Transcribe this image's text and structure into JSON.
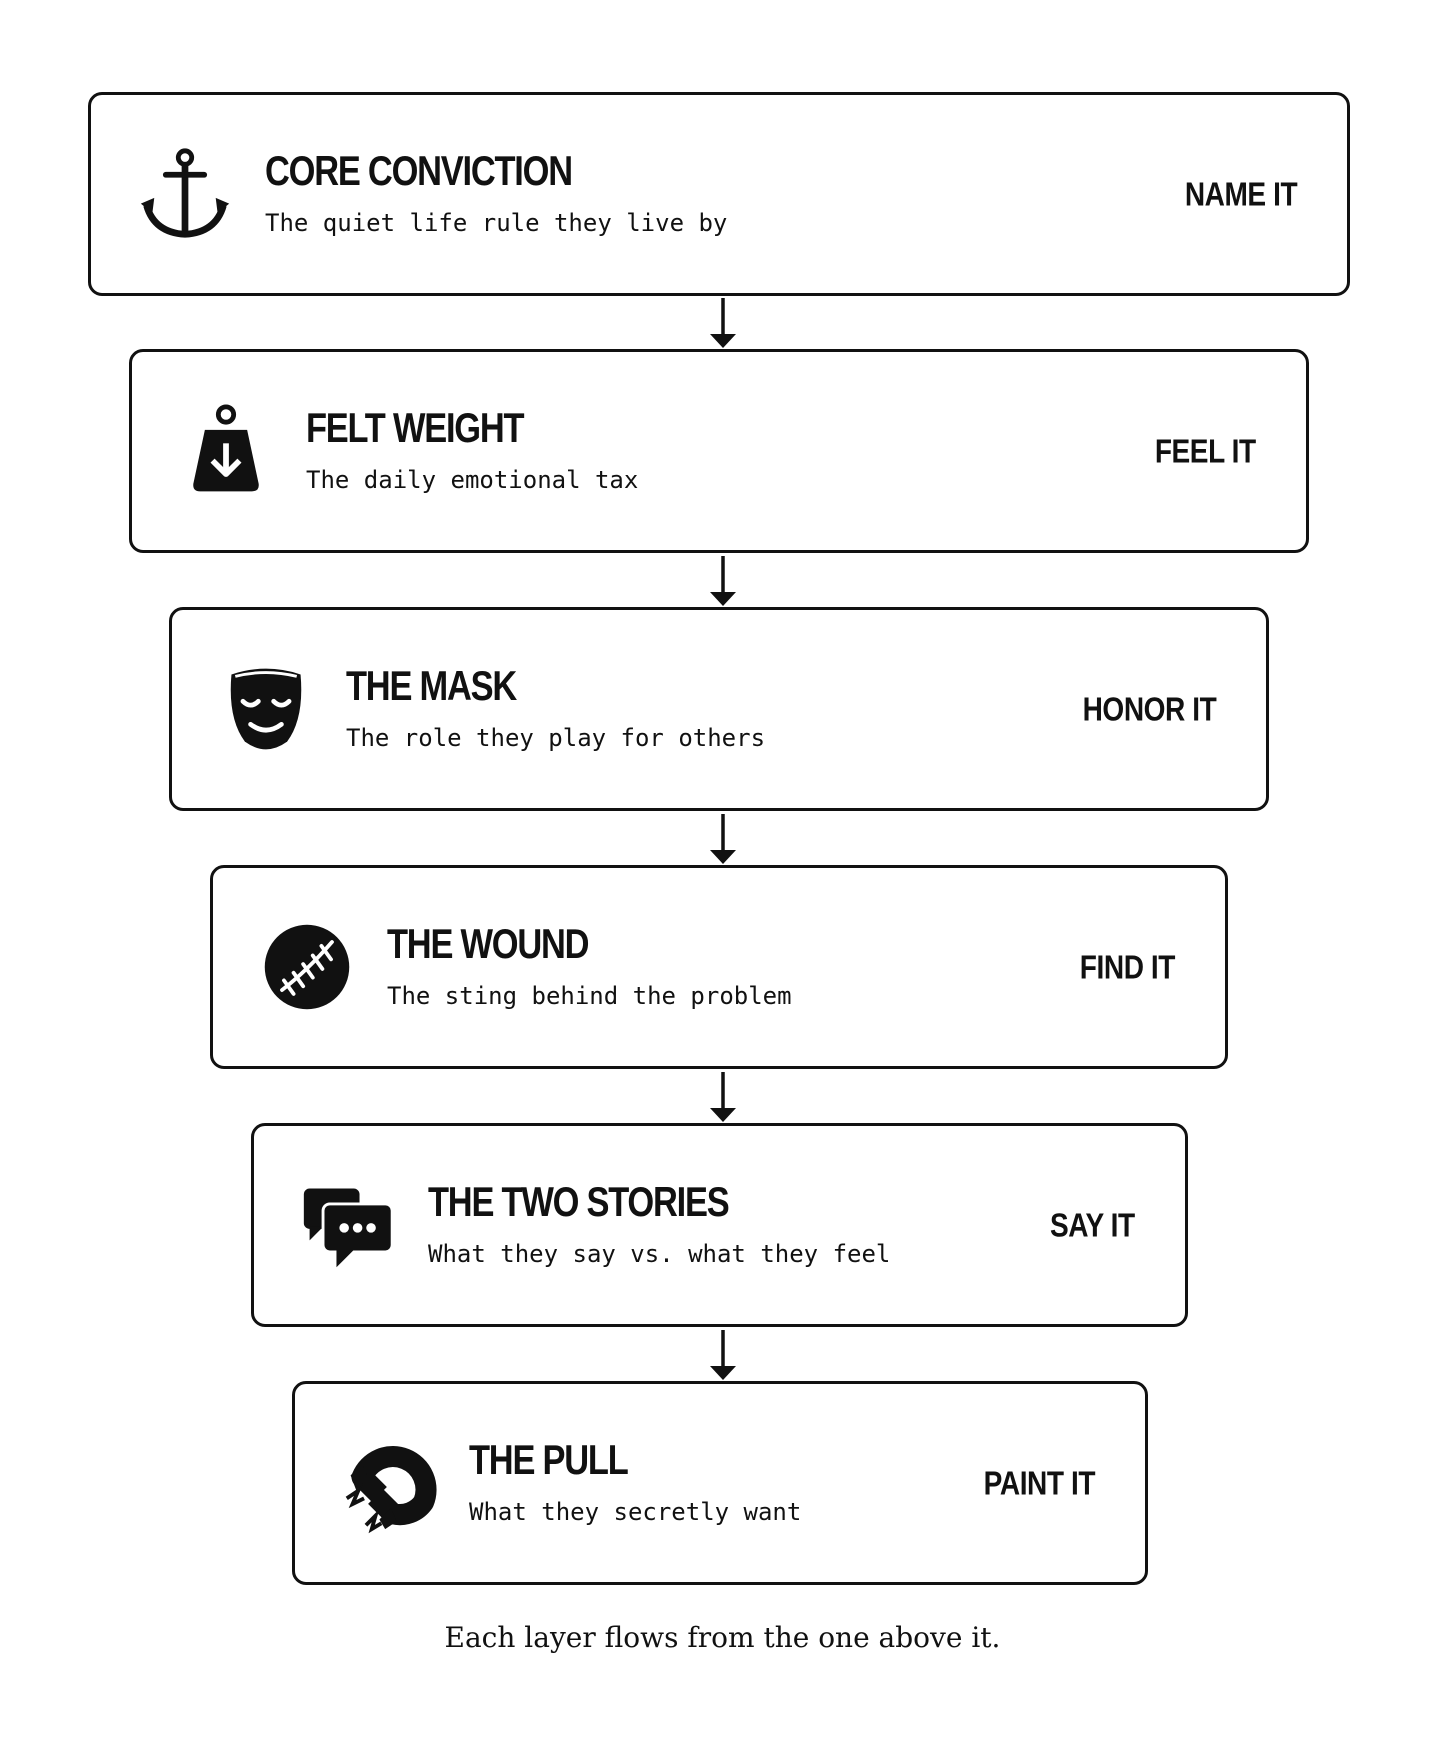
{
  "layers": [
    {
      "title": "CORE CONVICTION",
      "subtitle": "The quiet life rule they live by",
      "action": "NAME IT",
      "icon": "anchor-icon"
    },
    {
      "title": "FELT WEIGHT",
      "subtitle": "The daily emotional tax",
      "action": "FEEL IT",
      "icon": "weight-icon"
    },
    {
      "title": "THE MASK",
      "subtitle": "The role they play for others",
      "action": "HONOR IT",
      "icon": "mask-icon"
    },
    {
      "title": "THE WOUND",
      "subtitle": "The sting behind the problem",
      "action": "FIND IT",
      "icon": "stitched-wound-icon"
    },
    {
      "title": "THE TWO STORIES",
      "subtitle": "What they say vs. what they feel",
      "action": "SAY IT",
      "icon": "speech-bubbles-icon"
    },
    {
      "title": "THE PULL",
      "subtitle": "What they secretly want",
      "action": "PAINT IT",
      "icon": "magnet-icon"
    }
  ],
  "caption": "Each layer flows from the one above it."
}
